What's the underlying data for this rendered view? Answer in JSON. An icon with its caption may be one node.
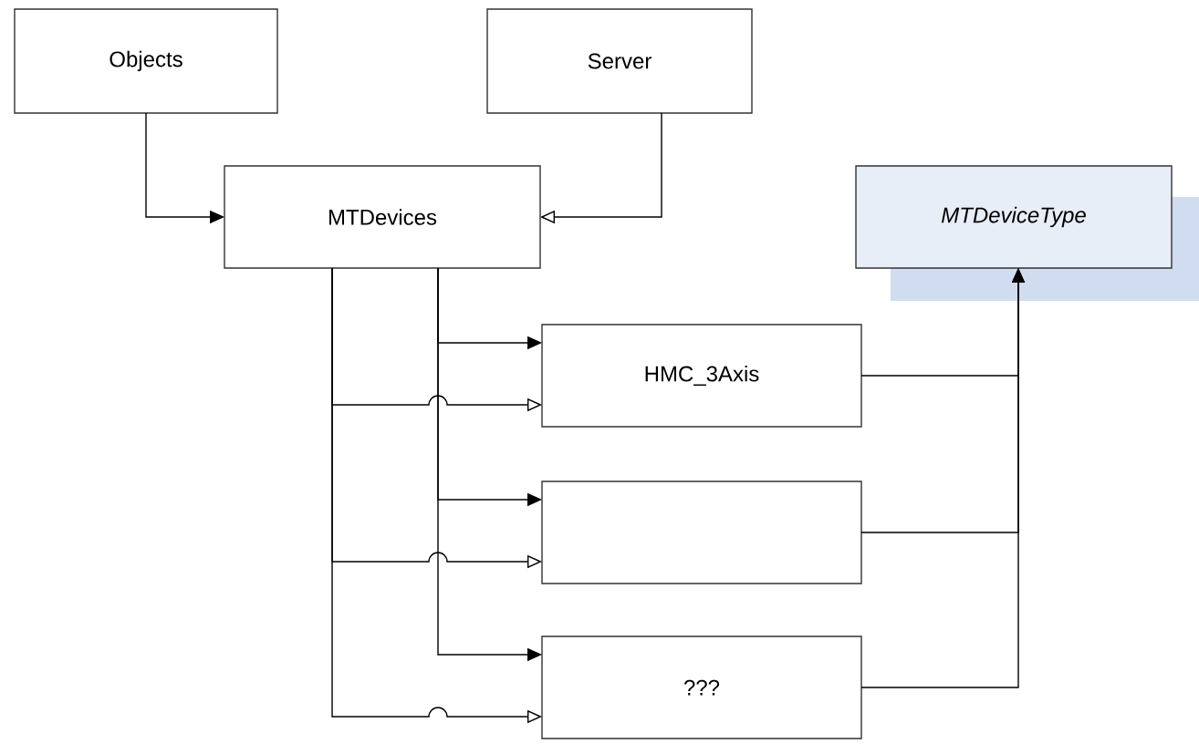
{
  "diagram": {
    "nodes": [
      {
        "text": [
          "Objects"
        ]
      },
      {
        "text": [
          "Server"
        ]
      },
      {
        "text": [
          "MTDevices"
        ]
      },
      {
        "text": [
          "MTDeviceType"
        ]
      },
      {
        "text": [
          "HMC_3Axis"
        ]
      },
      {
        "text": [],
        "shape": "box"
      },
      {
        "text": [
          "???"
        ]
      }
    ],
    "edges": [
      {
        "from": 0,
        "to": 2,
        "arrow": "to"
      },
      {
        "from": 1,
        "to": 2,
        "arrow": "to"
      },
      {
        "from": 2,
        "to": 4,
        "arrow": "to"
      },
      {
        "from": 2,
        "to": 4,
        "arrow": "to"
      },
      {
        "from": 2,
        "to": 5,
        "arrow": "to"
      },
      {
        "from": 2,
        "to": 5,
        "arrow": "to"
      },
      {
        "from": 2,
        "to": 6,
        "arrow": "to"
      },
      {
        "from": 2,
        "to": 6,
        "arrow": "to"
      },
      {
        "from": 4,
        "to": 3,
        "arrow": "to"
      },
      {
        "from": 5,
        "to": 3,
        "arrow": "to"
      },
      {
        "from": 6,
        "to": 3,
        "arrow": "to"
      }
    ]
  }
}
